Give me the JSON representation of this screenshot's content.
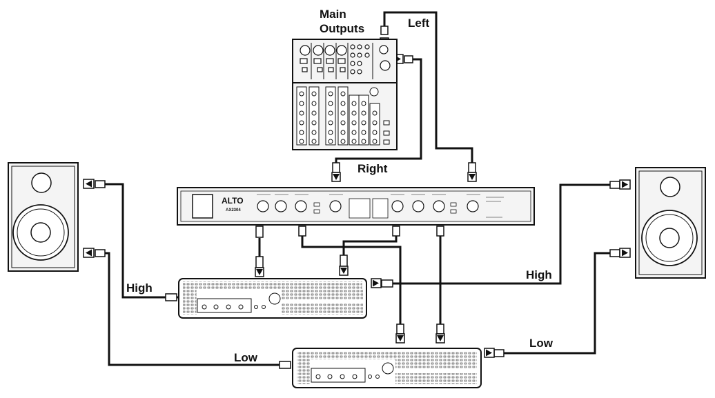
{
  "labels": {
    "main_outputs_line1": "Main",
    "main_outputs_line2": "Outputs",
    "left": "Left",
    "right": "Right",
    "high_left": "High",
    "high_right": "High",
    "low_left": "Low",
    "low_right": "Low"
  },
  "crossover": {
    "brand": "ALTO",
    "model": "AX2304"
  },
  "colors": {
    "ink": "#111111",
    "panel_fill": "#f4f4f4",
    "background": "#ffffff"
  }
}
